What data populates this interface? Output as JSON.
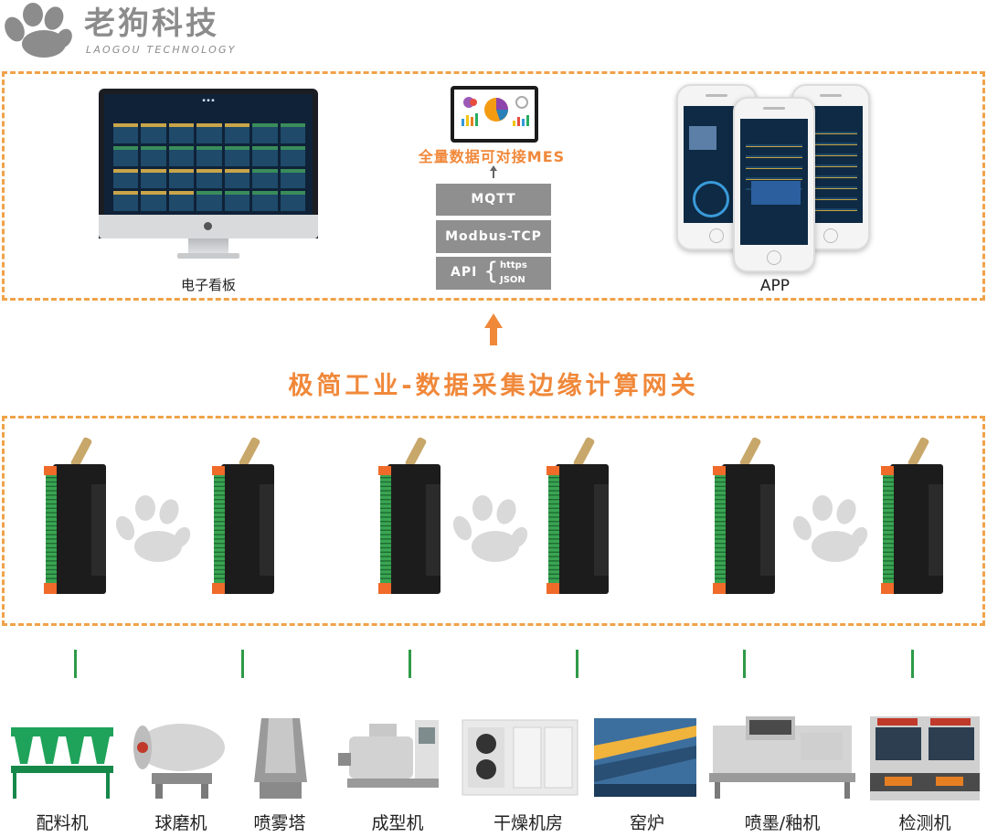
{
  "logo": {
    "name_cn": "老狗科技",
    "name_en": "LAOGOU TECHNOLOGY",
    "icon": "paw-icon"
  },
  "colors": {
    "accent_orange": "#f0883a",
    "dash_orange": "#f0a24a",
    "proto_gray": "#8f8f8f",
    "connector_green": "#2e9a47",
    "logo_gray": "#8c8c8c"
  },
  "top_section": {
    "dashboard_caption": "电子看板",
    "mes_label": "全量数据可对接MES",
    "protocols": {
      "mqtt": "MQTT",
      "modbus": "Modbus-TCP",
      "api": "API",
      "api_https": "https",
      "api_json": "JSON"
    },
    "app_caption": "APP"
  },
  "gateway_title": "极简工业-数据采集边缘计算网关",
  "gateway_count": 6,
  "machines": [
    {
      "label": "配料机",
      "icon": "batching-machine-icon"
    },
    {
      "label": "球磨机",
      "icon": "ball-mill-icon"
    },
    {
      "label": "喷雾塔",
      "icon": "spray-tower-icon"
    },
    {
      "label": "成型机",
      "icon": "forming-machine-icon"
    },
    {
      "label": "干燥机房",
      "icon": "drying-room-icon"
    },
    {
      "label": "窑炉",
      "icon": "kiln-icon"
    },
    {
      "label": "喷墨/釉机",
      "icon": "inkjet-glazing-machine-icon"
    },
    {
      "label": "检测机",
      "icon": "inspection-machine-icon"
    }
  ]
}
